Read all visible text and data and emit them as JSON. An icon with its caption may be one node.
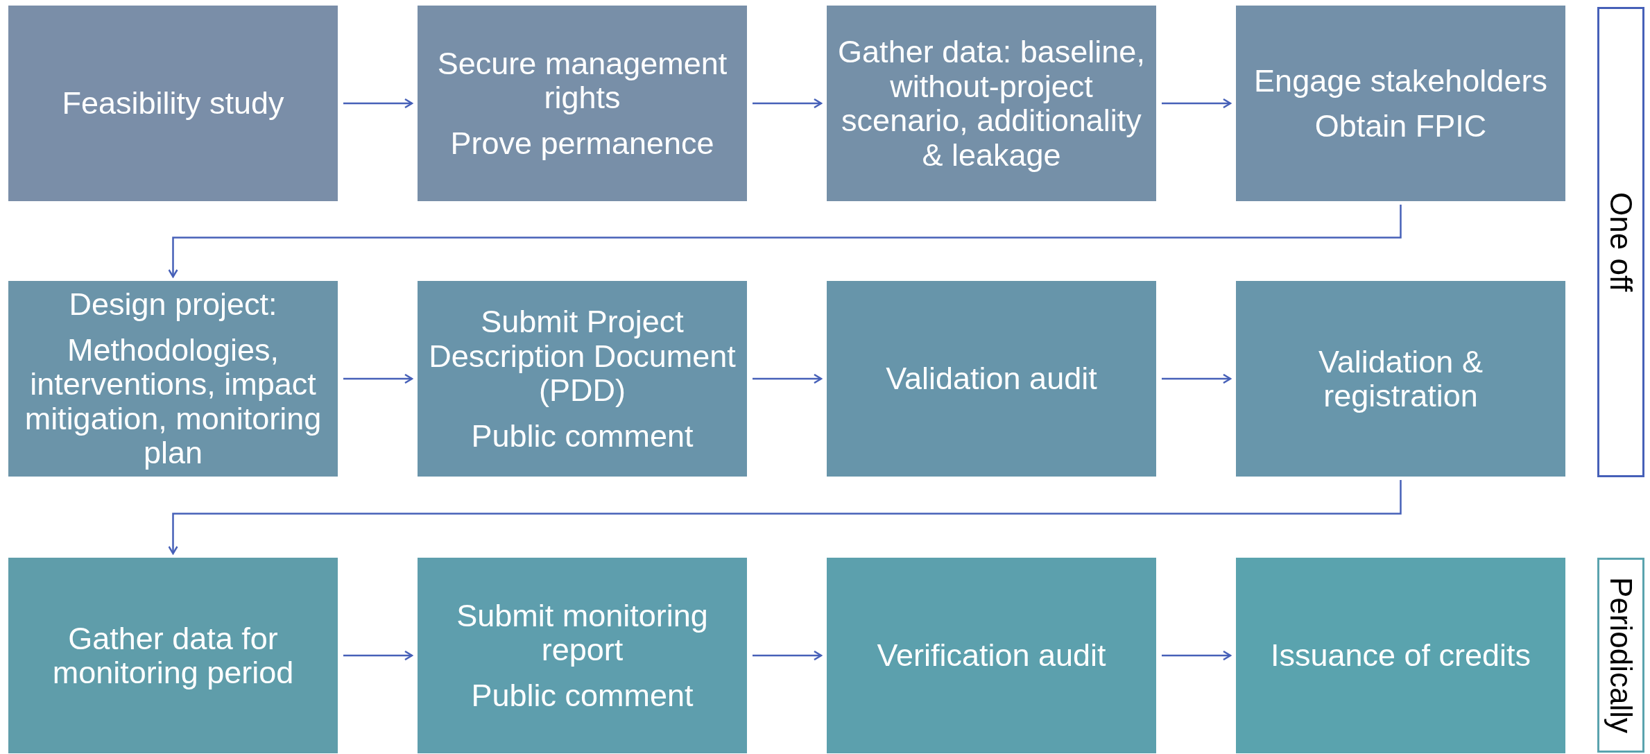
{
  "diagram": {
    "nodes": [
      {
        "text": [
          "Feasibility study"
        ]
      },
      {
        "text": [
          "Secure management rights",
          "Prove permanence"
        ]
      },
      {
        "text": [
          "Gather data: baseline, without-project scenario, additionality & leakage"
        ]
      },
      {
        "text": [
          "Engage stakeholders",
          "Obtain FPIC"
        ]
      },
      {
        "text": [
          "Design project:",
          "Methodologies, interventions, impact mitigation, monitoring plan"
        ]
      },
      {
        "text": [
          "Submit Project Description Document (PDD)",
          "Public comment"
        ]
      },
      {
        "text": [
          "Validation audit"
        ]
      },
      {
        "text": [
          "Validation & registration"
        ]
      },
      {
        "text": [
          "Gather data for monitoring period"
        ]
      },
      {
        "text": [
          "Submit monitoring report",
          "Public comment"
        ]
      },
      {
        "text": [
          "Verification audit"
        ]
      },
      {
        "text": [
          "Issuance of credits"
        ]
      },
      {
        "text": [
          "One off"
        ]
      },
      {
        "text": [
          "Periodically"
        ]
      }
    ],
    "edges": [
      {
        "from": 0,
        "to": 1,
        "arrow": "to"
      },
      {
        "from": 1,
        "to": 2,
        "arrow": "to"
      },
      {
        "from": 2,
        "to": 3,
        "arrow": "to"
      },
      {
        "from": 3,
        "to": 4,
        "arrow": "to"
      },
      {
        "from": 4,
        "to": 5,
        "arrow": "to"
      },
      {
        "from": 5,
        "to": 6,
        "arrow": "to"
      },
      {
        "from": 6,
        "to": 7,
        "arrow": "to"
      },
      {
        "from": 7,
        "to": 8,
        "arrow": "to"
      },
      {
        "from": 8,
        "to": 9,
        "arrow": "to"
      },
      {
        "from": 9,
        "to": 10,
        "arrow": "to"
      },
      {
        "from": 10,
        "to": 11,
        "arrow": "to"
      }
    ]
  }
}
